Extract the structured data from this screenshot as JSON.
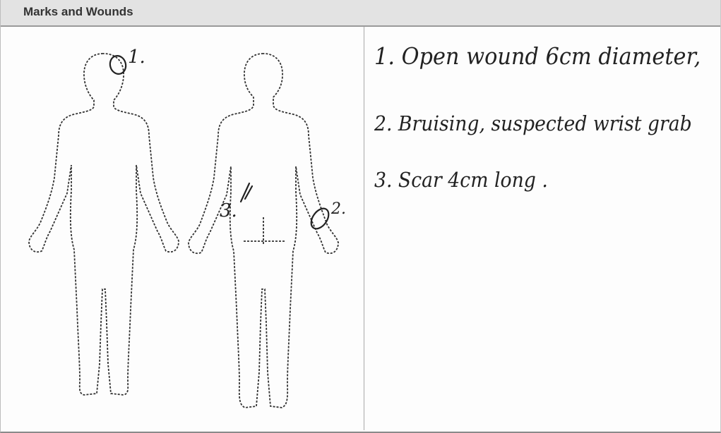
{
  "section_title": "Marks and Wounds",
  "notes": [
    "1. Open wound 6cm diameter,",
    "2. Bruising, suspected wrist grab",
    "3. Scar 4cm long ."
  ],
  "marks": [
    {
      "id": "mark-1",
      "label": "1."
    },
    {
      "id": "mark-2",
      "label": "2."
    },
    {
      "id": "mark-3",
      "label": "3."
    }
  ]
}
